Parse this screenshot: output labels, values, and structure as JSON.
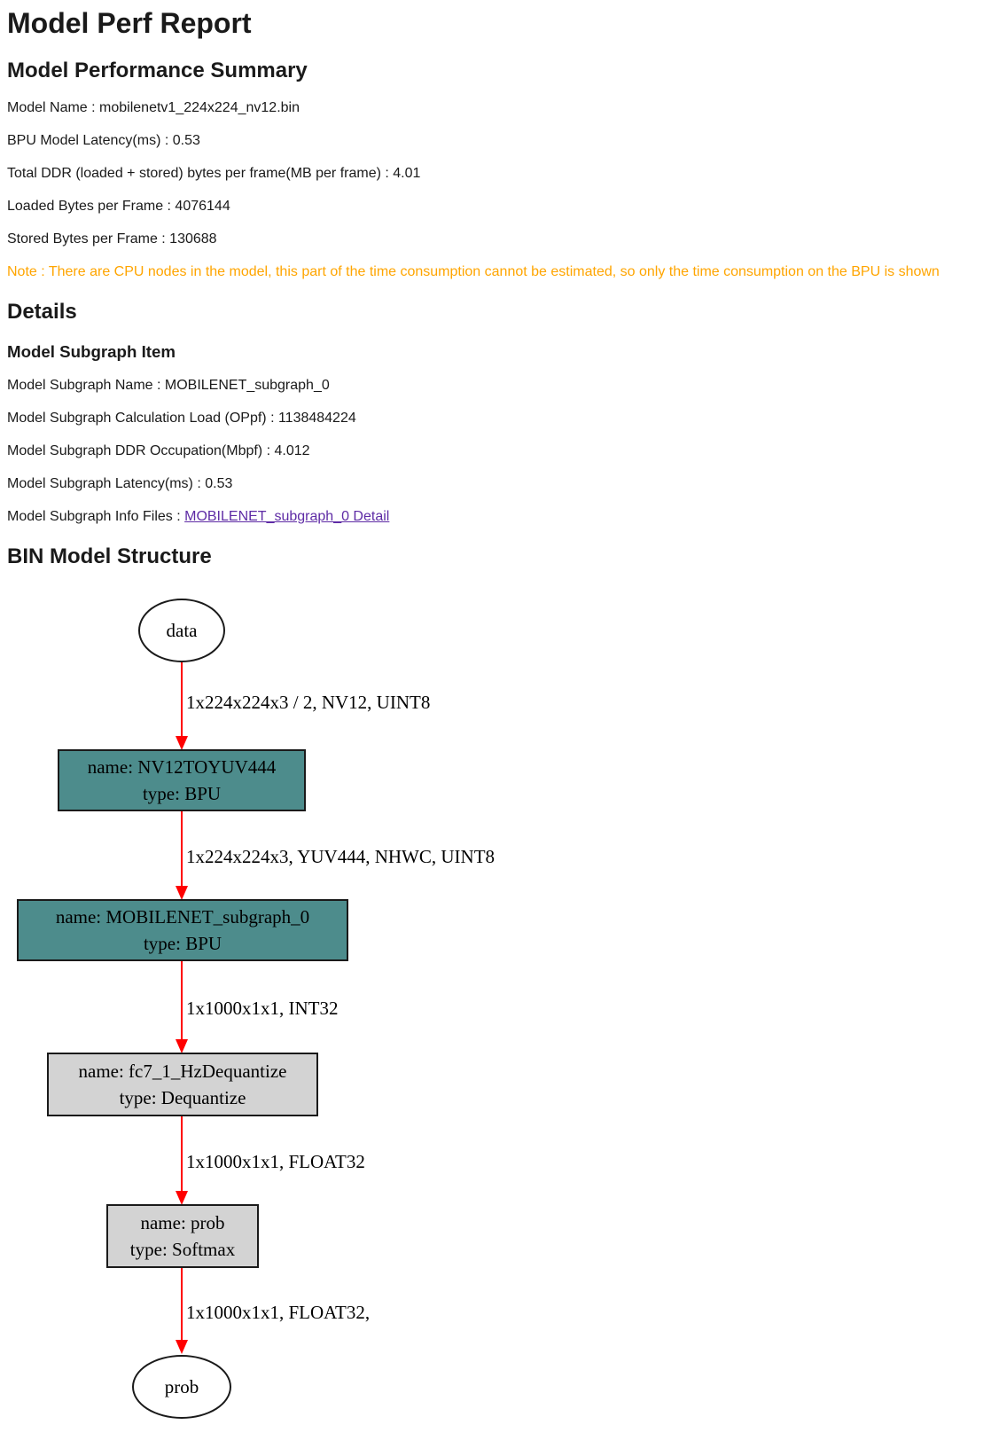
{
  "page": {
    "title": "Model Perf Report"
  },
  "summary": {
    "heading": "Model Performance Summary",
    "rows": [
      "Model Name : mobilenetv1_224x224_nv12.bin",
      "BPU Model Latency(ms) : 0.53",
      "Total DDR (loaded + stored) bytes per frame(MB per frame) : 4.01",
      "Loaded Bytes per Frame : 4076144",
      "Stored Bytes per Frame : 130688"
    ],
    "note": "Note : There are CPU nodes in the model, this part of the time consumption cannot be estimated, so only the time consumption on the BPU is shown",
    "note_color": "#FFA500"
  },
  "details": {
    "heading": "Details",
    "subgraph_heading": "Model Subgraph Item",
    "rows": [
      "Model Subgraph Name : MOBILENET_subgraph_0",
      "Model Subgraph Calculation Load (OPpf) : 1138484224",
      "Model Subgraph DDR Occupation(Mbpf) : 4.012",
      "Model Subgraph Latency(ms) : 0.53"
    ],
    "info_files_prefix": "Model Subgraph Info Files : ",
    "info_files_link": "MOBILENET_subgraph_0 Detail",
    "link_color": "#5E2BA5"
  },
  "structure": {
    "heading": "BIN Model Structure",
    "diagram": {
      "type": "flowchart",
      "nodes": [
        {
          "id": "data",
          "shape": "ellipse",
          "label": "data"
        },
        {
          "id": "NV12TOYUV444",
          "shape": "box",
          "fill": "bpu",
          "lines": [
            "name: NV12TOYUV444",
            "type: BPU"
          ]
        },
        {
          "id": "MOBILENET_subgraph_0",
          "shape": "box",
          "fill": "bpu",
          "lines": [
            "name: MOBILENET_subgraph_0",
            "type: BPU"
          ]
        },
        {
          "id": "fc7_1_HzDequantize",
          "shape": "box",
          "fill": "cpu",
          "lines": [
            "name: fc7_1_HzDequantize",
            "type: Dequantize"
          ]
        },
        {
          "id": "prob_softmax",
          "shape": "box",
          "fill": "cpu",
          "lines": [
            "name: prob",
            "type: Softmax"
          ]
        },
        {
          "id": "prob",
          "shape": "ellipse",
          "label": "prob"
        }
      ],
      "edges": [
        {
          "from": "data",
          "to": "NV12TOYUV444",
          "label": "1x224x224x3 / 2, NV12, UINT8"
        },
        {
          "from": "NV12TOYUV444",
          "to": "MOBILENET_subgraph_0",
          "label": "1x224x224x3, YUV444, NHWC, UINT8"
        },
        {
          "from": "MOBILENET_subgraph_0",
          "to": "fc7_1_HzDequantize",
          "label": "1x1000x1x1, INT32"
        },
        {
          "from": "fc7_1_HzDequantize",
          "to": "prob_softmax",
          "label": "1x1000x1x1, FLOAT32"
        },
        {
          "from": "prob_softmax",
          "to": "prob",
          "label": "1x1000x1x1, FLOAT32,"
        }
      ],
      "colors": {
        "bpu_fill": "#4D8C8C",
        "cpu_fill": "#D3D3D3",
        "edge": "#FF0000",
        "node_border": "#1A1A1A"
      }
    }
  }
}
